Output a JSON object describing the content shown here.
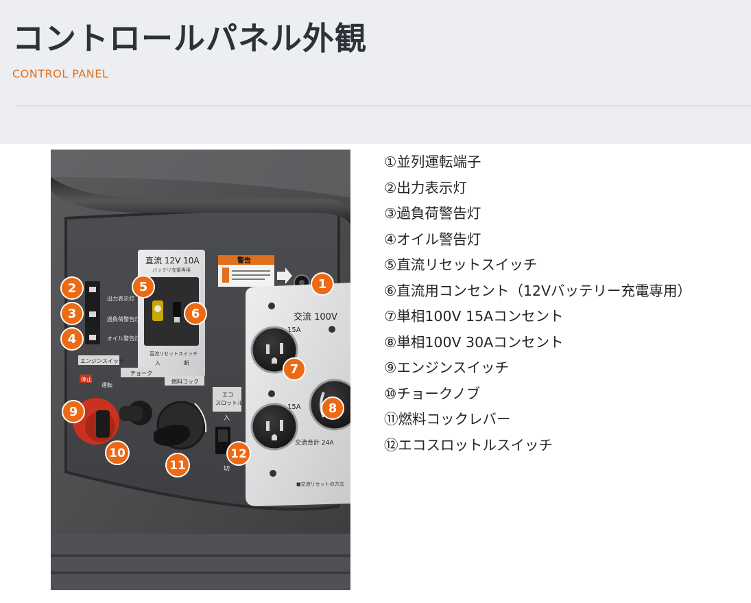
{
  "header": {
    "title": "コントロールパネル外観",
    "subtitle": "CONTROL PANEL"
  },
  "photo_labels": {
    "dc_title": "直流 12V 10A",
    "dc_sub": "バッテリ充電専用",
    "dc_reset": "直流リセットスイッチ",
    "dc_on": "入",
    "dc_off": "断",
    "output_lamp": "出力表示灯",
    "overload_lamp": "過負荷警告灯",
    "oil_lamp": "オイル警告灯",
    "engine_switch": "エンジンスイッチ",
    "choke": "チョーク",
    "fuel_cock": "燃料コック",
    "eco_throttle": "エコ\nスロットル",
    "eco_on": "入",
    "eco_off": "切",
    "stop": "停止",
    "run": "運転",
    "warning": "警告",
    "ac_title": "交流 100V",
    "ac_15a_top": "15A",
    "ac_15a_bottom": "15A",
    "ac_total": "交流合計 24A",
    "ac_note": "■交流リセットの方法"
  },
  "markers": [
    {
      "num": "1"
    },
    {
      "num": "2"
    },
    {
      "num": "3"
    },
    {
      "num": "4"
    },
    {
      "num": "5"
    },
    {
      "num": "6"
    },
    {
      "num": "7"
    },
    {
      "num": "8"
    },
    {
      "num": "9"
    },
    {
      "num": "10"
    },
    {
      "num": "11"
    },
    {
      "num": "12"
    }
  ],
  "features": [
    "①並列運転端子",
    "②出力表示灯",
    "③過負荷警告灯",
    "④オイル警告灯",
    "⑤直流リセットスイッチ",
    "⑥直流用コンセント（12Vバッテリー充電専用）",
    "⑦単相100V 15Aコンセント",
    "⑧単相100V 30Aコンセント",
    "⑨エンジンスイッチ",
    "⑩チョークノブ",
    "⑪燃料コックレバー",
    "⑫エコスロットルスイッチ"
  ],
  "colors": {
    "accent": "#e0701c",
    "marker": "#ec6a14",
    "engine_knob": "#c8321e"
  }
}
